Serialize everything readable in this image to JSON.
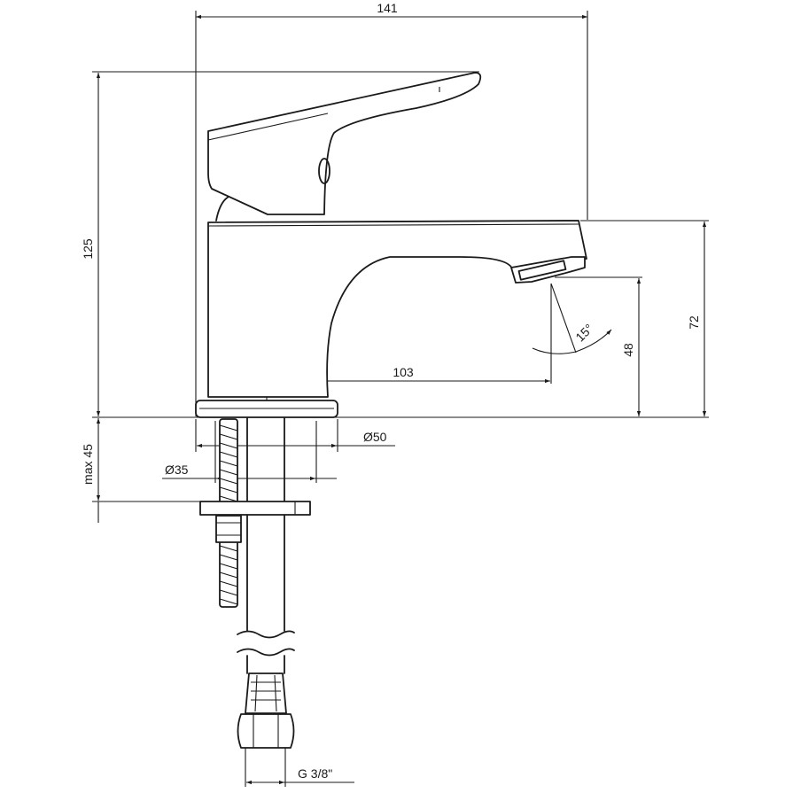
{
  "drawing": {
    "subject": "faucet-technical-drawing",
    "dimensions": {
      "width_total": "141",
      "height_total": "125",
      "spout_height": "72",
      "outlet_height": "48",
      "reach": "103",
      "spout_angle": "15°",
      "base_diameter": "Ø50",
      "hole_diameter": "Ø35",
      "max_thickness": "max 45",
      "thread": "G 3/8\""
    }
  }
}
